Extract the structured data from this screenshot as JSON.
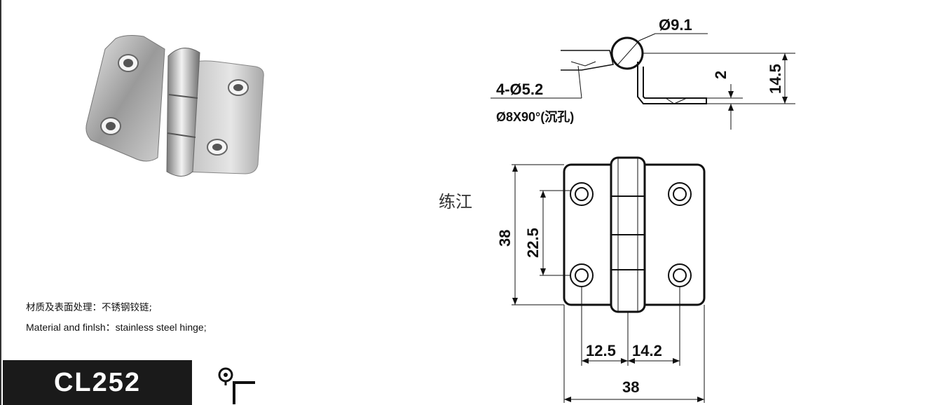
{
  "product": {
    "model": "CL252",
    "material_cn": "材质及表面处理：不锈钢铰链;",
    "material_en": "Material and finlsh：stainless steel hinge;"
  },
  "watermark": "练江",
  "side_view": {
    "knuckle_diameter": "Ø9.1",
    "holes": "4-Ø5.2",
    "countersink": "Ø8X90°(沉孔)",
    "thickness": "2",
    "overall_height": "14.5"
  },
  "top_view": {
    "height": "38",
    "hole_spacing_vertical": "22.5",
    "left_offset": "12.5",
    "right_offset": "14.2",
    "width": "38"
  },
  "colors": {
    "ink": "#111111",
    "label_bg": "#1a1a1a",
    "label_text": "#ffffff"
  }
}
